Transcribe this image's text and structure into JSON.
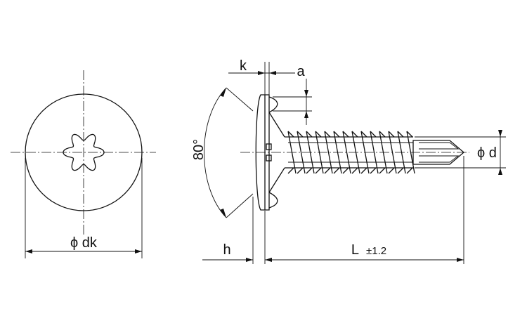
{
  "labels": {
    "head_diameter": "ϕ dk",
    "head_height": "k",
    "recess_depth": "a",
    "countersink_angle": "80°",
    "shank_diameter": "ϕ d",
    "washer_height": "h",
    "length": "L",
    "length_tolerance": "±1.2"
  },
  "icons": {
    "top_view": "round-head-with-six-lobe-recess",
    "side_view": "self-drilling-screw-profile"
  }
}
